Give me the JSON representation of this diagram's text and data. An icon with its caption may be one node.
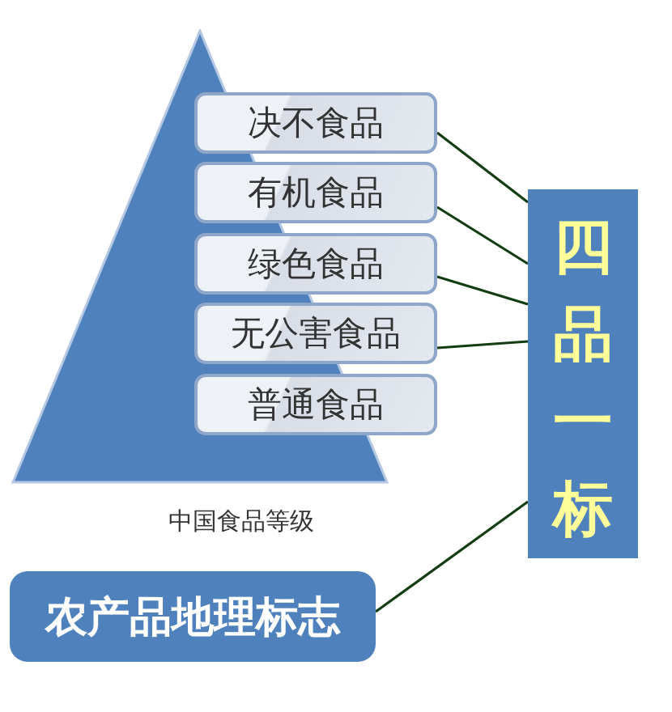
{
  "diagram": {
    "nodes": [
      {
        "text": [],
        "shape": "triangle",
        "beside": [
          "中国食品等级"
        ]
      },
      {
        "text": [
          "决不食品"
        ]
      },
      {
        "text": [
          "有机食品"
        ]
      },
      {
        "text": [
          "绿色食品"
        ]
      },
      {
        "text": [
          "无公害食品"
        ]
      },
      {
        "text": [
          "普通食品"
        ]
      },
      {
        "text": [
          "四品一标"
        ]
      },
      {
        "text": [
          "农产品地理标志"
        ]
      }
    ],
    "edges": [
      {
        "from": 1,
        "to": 6,
        "arrow": "none"
      },
      {
        "from": 2,
        "to": 6,
        "arrow": "none"
      },
      {
        "from": 3,
        "to": 6,
        "arrow": "none"
      },
      {
        "from": 4,
        "to": 6,
        "arrow": "none"
      },
      {
        "from": 7,
        "to": 6,
        "arrow": "none"
      }
    ]
  }
}
